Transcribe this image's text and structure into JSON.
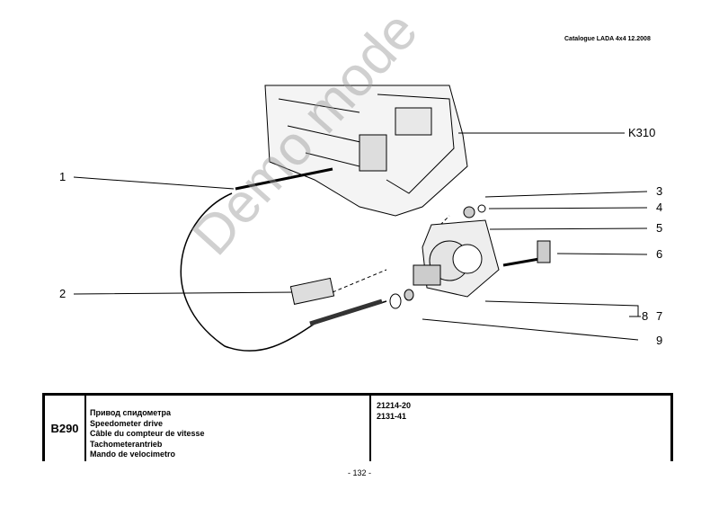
{
  "header": "Catalogue LADA 4x4 12.2008",
  "callouts": {
    "k310": "K310",
    "n1": "1",
    "n2": "2",
    "n3": "3",
    "n4": "4",
    "n5": "5",
    "n6": "6",
    "n7": "7",
    "n8": "8",
    "n9": "9"
  },
  "watermark": "Demo mode",
  "table": {
    "code": "B290",
    "names": [
      "Привод спидометра",
      "Speedometer drive",
      "Câble du compteur de vitesse",
      "Tachometerantrieb",
      "Mando de velocimetro"
    ],
    "models": [
      "21214-20",
      "2131-41"
    ]
  },
  "page_number": "- 132 -"
}
